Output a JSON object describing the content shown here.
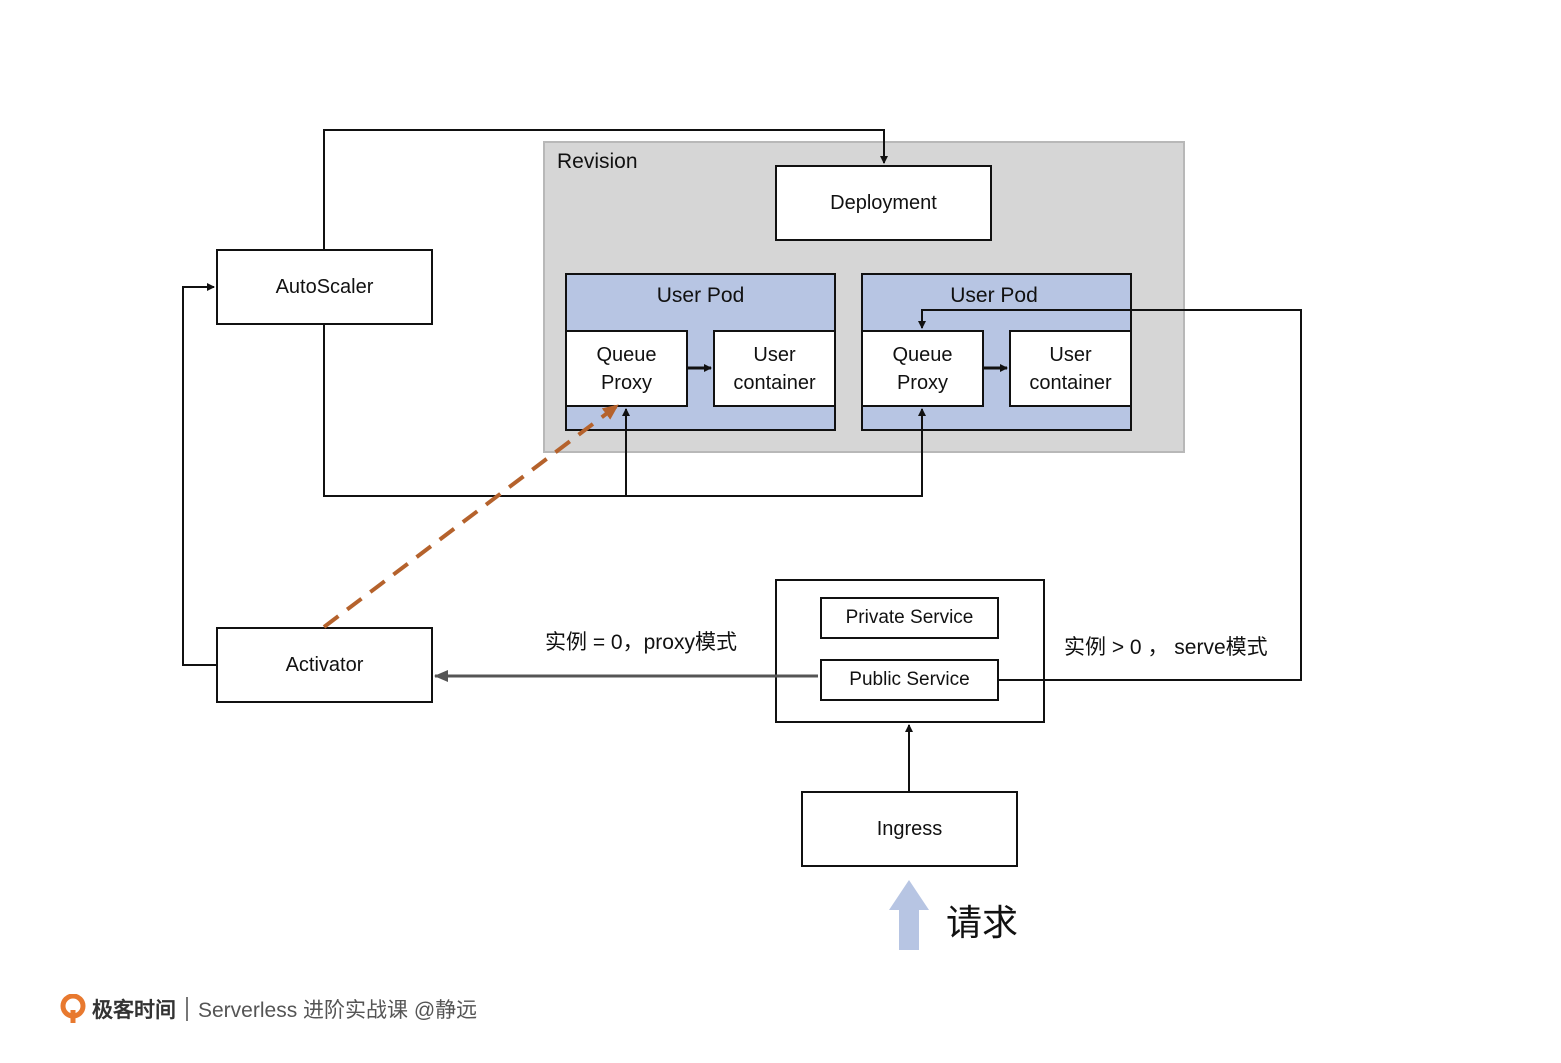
{
  "revision": {
    "label": "Revision"
  },
  "deployment": {
    "label": "Deployment"
  },
  "autoscaler": {
    "label": "AutoScaler"
  },
  "activator": {
    "label": "Activator"
  },
  "user_pods": [
    {
      "label": "User Pod",
      "queue_proxy": {
        "line1": "Queue",
        "line2": "Proxy"
      },
      "user_container": {
        "line1": "User",
        "line2": "container"
      }
    },
    {
      "label": "User Pod",
      "queue_proxy": {
        "line1": "Queue",
        "line2": "Proxy"
      },
      "user_container": {
        "line1": "User",
        "line2": "container"
      }
    }
  ],
  "private_service": {
    "label": "Private Service"
  },
  "public_service": {
    "label": "Public Service"
  },
  "ingress": {
    "label": "Ingress"
  },
  "edges": {
    "proxy_mode": "实例  = 0，proxy模式",
    "serve_mode": "实例 > 0 ， serve模式"
  },
  "request": {
    "label": "请求"
  },
  "footer": {
    "brand": "极客时间",
    "course": "Serverless 进阶实战课 @静远"
  },
  "colors": {
    "revision_bg": "#d6d6d6",
    "pod_bg": "#b7c5e3",
    "dashed_arrow": "#b5622c",
    "request_arrow": "#b7c5e3",
    "logo": "#e8792f"
  }
}
